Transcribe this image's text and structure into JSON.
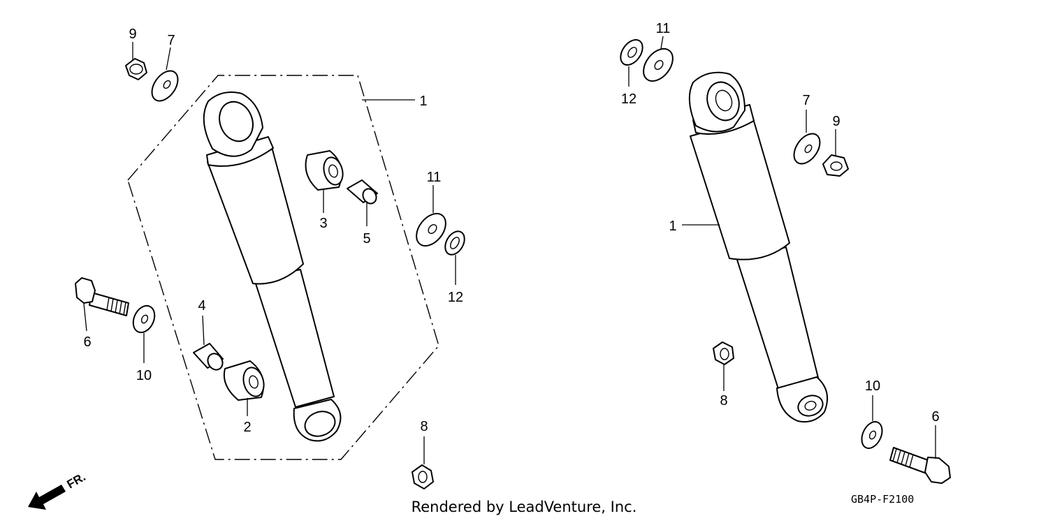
{
  "callouts": {
    "l1": "1",
    "l2": "2",
    "l3": "3",
    "l4": "4",
    "l5": "5",
    "l6": "6",
    "l7": "7",
    "l8": "8",
    "l9": "9",
    "l10": "10",
    "l11": "11",
    "l12": "12",
    "r1": "1",
    "r6": "6",
    "r7": "7",
    "r8": "8",
    "r9": "9",
    "r10": "10",
    "r11": "11",
    "r12": "12"
  },
  "direction_label": "FR.",
  "diagram_code": "GB4P-F2100",
  "credit": "Rendered by LeadVenture, Inc."
}
